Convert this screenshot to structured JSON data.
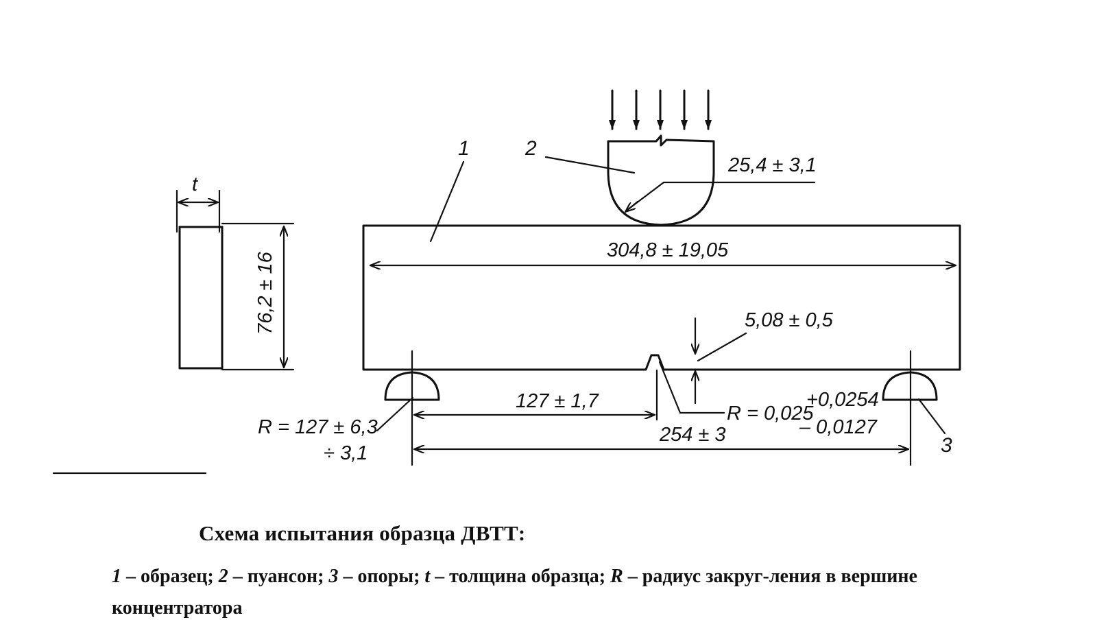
{
  "labels": {
    "item1": "1",
    "item2": "2",
    "item3": "3",
    "thickness": "t"
  },
  "dimensions": {
    "punch_radius": "25,4 ± 3,1",
    "length": "304,8 ± 19,05",
    "height": "76,2 ± 16",
    "notch_depth": "5,08 ± 0,5",
    "half_span": "127 ± 1,7",
    "span": "254 ± 3",
    "support_radius": "R = 127 ± 6,3",
    "support_radius_tol": "÷ 3,1",
    "notch_radius": "R = 0,025",
    "notch_tol_upper": "+0,0254",
    "notch_tol_lower": "– 0,0127"
  },
  "caption": {
    "title": "Схема испытания образца ДВТТ:",
    "legend": [
      {
        "key": "1",
        "sep": " – ",
        "text": "образец; "
      },
      {
        "key": "2",
        "sep": " – ",
        "text": "пуансон; "
      },
      {
        "key": "3",
        "sep": " – ",
        "text": "опоры; "
      },
      {
        "key": "t",
        "sep": " – ",
        "text": "толщина образца; "
      },
      {
        "key": "R",
        "sep": " – ",
        "text": "радиус закруг-ления в вершине концентратора"
      }
    ]
  }
}
